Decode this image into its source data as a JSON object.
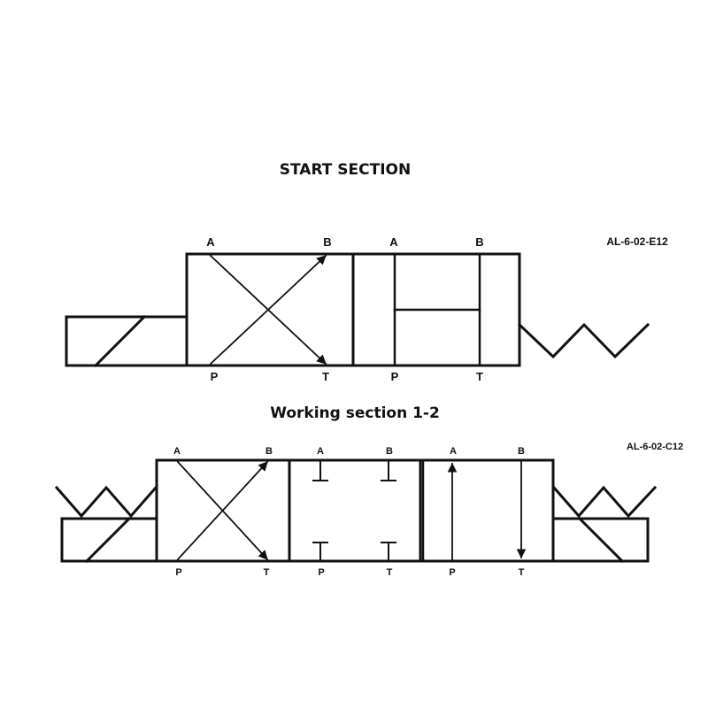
{
  "start_section": {
    "title": "START SECTION",
    "code": "AL-6-02-E12",
    "envelope1": {
      "top": [
        "A",
        "B"
      ],
      "bottom": [
        "P",
        "T"
      ]
    },
    "envelope2": {
      "top": [
        "A",
        "B"
      ],
      "bottom": [
        "P",
        "T"
      ]
    }
  },
  "working_section": {
    "title": "Working section 1-2",
    "code": "AL-6-02-C12",
    "envelope1": {
      "top": [
        "A",
        "B"
      ],
      "bottom": [
        "P",
        "T"
      ]
    },
    "envelope2": {
      "top": [
        "A",
        "B"
      ],
      "bottom": [
        "P",
        "T"
      ]
    },
    "envelope3": {
      "top": [
        "A",
        "B"
      ],
      "bottom": [
        "P",
        "T"
      ]
    }
  },
  "colors": {
    "line": "#111111",
    "background": "#ffffff"
  }
}
